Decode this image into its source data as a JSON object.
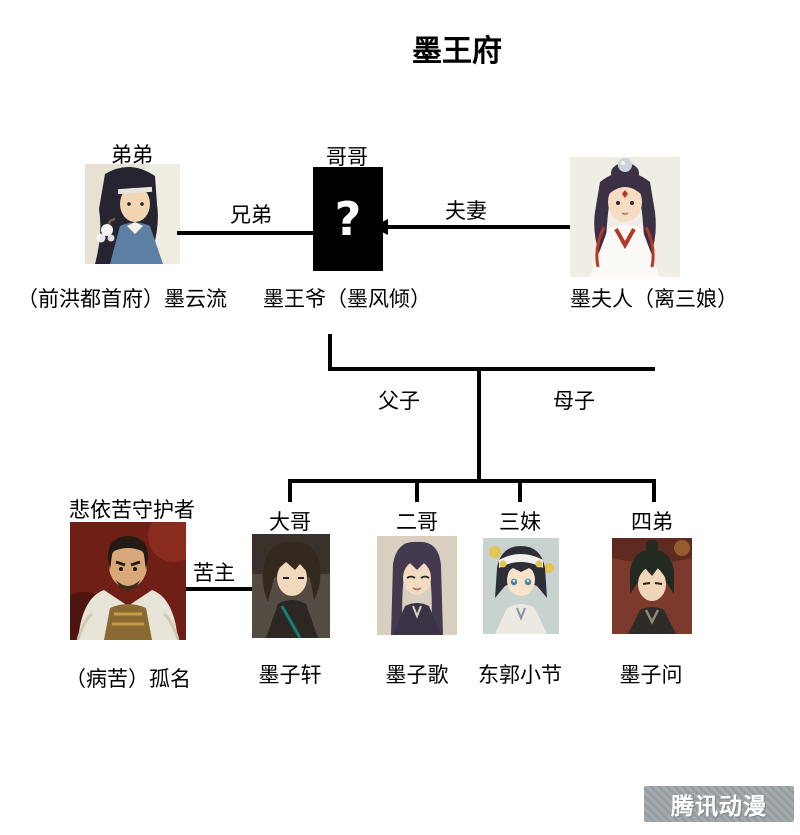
{
  "title": "墨王府",
  "colors": {
    "box_black": "#000000",
    "line_black": "#000000",
    "watermark_gray": "#9aa0a3"
  },
  "father_box": {
    "question": "?"
  },
  "roles": {
    "didi": "弟弟",
    "gege": "哥哥"
  },
  "relations": {
    "brothers": "兄弟",
    "couple": "夫妻",
    "father_child": "父子",
    "mother_child": "母子",
    "victim": "苦主"
  },
  "people": {
    "uncle": {
      "caption": "（前洪都首府）墨云流"
    },
    "father": {
      "caption": "墨王爷（墨风倾）"
    },
    "mother": {
      "caption": "墨夫人（离三娘）"
    },
    "guardian": {
      "label": "悲依苦守护者",
      "caption": "（病苦）孤名"
    }
  },
  "children": [
    {
      "role": "大哥",
      "name": "墨子轩"
    },
    {
      "role": "二哥",
      "name": "墨子歌"
    },
    {
      "role": "三妹",
      "name": "东郭小节"
    },
    {
      "role": "四弟",
      "name": "墨子问"
    }
  ],
  "watermark": "腾讯动漫"
}
